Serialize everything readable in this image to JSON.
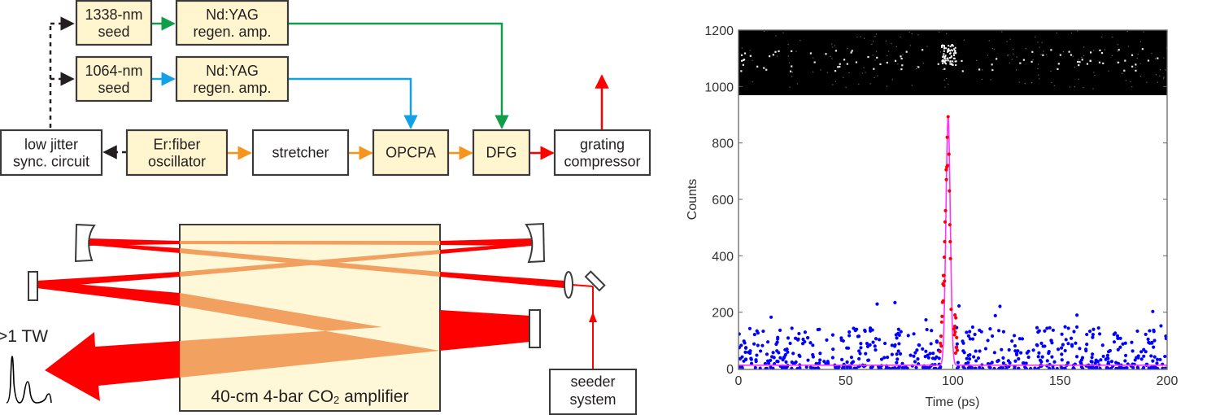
{
  "schematic": {
    "blocks": [
      {
        "id": "seed1338",
        "lines": [
          "1338-nm",
          "seed"
        ],
        "fill": "#fff6cf"
      },
      {
        "id": "yag1",
        "lines": [
          "Nd:YAG",
          "regen. amp."
        ],
        "fill": "#fff6cf"
      },
      {
        "id": "seed1064",
        "lines": [
          "1064-nm",
          "seed"
        ],
        "fill": "#fff6cf"
      },
      {
        "id": "yag2",
        "lines": [
          "Nd:YAG",
          "regen. amp."
        ],
        "fill": "#fff6cf"
      },
      {
        "id": "sync",
        "lines": [
          "low jitter",
          "sync. circuit"
        ],
        "fill": "#ffffff"
      },
      {
        "id": "osc",
        "lines": [
          "Er:fiber",
          "oscillator"
        ],
        "fill": "#fff6cf"
      },
      {
        "id": "stretcher",
        "lines": [
          "stretcher"
        ],
        "fill": "#ffffff"
      },
      {
        "id": "opcpa",
        "lines": [
          "OPCPA"
        ],
        "fill": "#fff6cf"
      },
      {
        "id": "dfg",
        "lines": [
          "DFG"
        ],
        "fill": "#fff6cf"
      },
      {
        "id": "compressor",
        "lines": [
          "grating",
          "compressor"
        ],
        "fill": "#ffffff"
      }
    ],
    "colors": {
      "green_beam": "#119d4a",
      "blue_beam": "#14a0e6",
      "orange_beam": "#f7941d",
      "red_beam": "#ff0000",
      "sync_dashed": "#231f20"
    }
  },
  "amplifier": {
    "label_main": "40-cm 4-bar CO",
    "label_sub": "2",
    "label_tail": " amplifier",
    "fill": "#fff8d8",
    "inner_beam_color": "#f19c5a",
    "outer_beam_color": "#ff0000",
    "output_label": ">1 TW",
    "seeder_lines": [
      "seeder",
      "system"
    ]
  },
  "chart_data": {
    "type": "scatter",
    "title": "",
    "xlabel": "Time (ps)",
    "ylabel": "Counts",
    "xlim": [
      0,
      200
    ],
    "ylim": [
      0,
      1200
    ],
    "xticks": [
      0,
      50,
      100,
      150,
      200
    ],
    "yticks": [
      0,
      200,
      400,
      600,
      800,
      1000,
      1200
    ],
    "grid": false,
    "inset_image": {
      "description": "streak camera image",
      "y_range": [
        970,
        1200
      ]
    },
    "series": [
      {
        "name": "background",
        "color": "#0000ff",
        "kind": "scatter",
        "x_range": [
          0,
          200
        ],
        "typical_y": [
          0,
          150
        ],
        "max_y": 240
      },
      {
        "name": "pulse",
        "color": "#ff0000",
        "kind": "scatter",
        "points": [
          [
            97.8,
            893
          ],
          [
            97.4,
            820
          ],
          [
            98.2,
            760
          ],
          [
            97.2,
            715
          ],
          [
            97.6,
            720
          ],
          [
            96.9,
            705
          ],
          [
            97.0,
            670
          ],
          [
            98.4,
            630
          ],
          [
            96.6,
            560
          ],
          [
            96.4,
            520
          ],
          [
            98.6,
            510
          ],
          [
            96.2,
            450
          ],
          [
            98.8,
            450
          ],
          [
            96.0,
            395
          ],
          [
            98.9,
            390
          ],
          [
            95.6,
            330
          ],
          [
            95.9,
            330
          ],
          [
            95.4,
            300
          ],
          [
            95.8,
            295
          ],
          [
            96.1,
            310
          ],
          [
            95.5,
            240
          ],
          [
            95.2,
            235
          ],
          [
            99.2,
            210
          ],
          [
            95.0,
            185
          ],
          [
            94.8,
            165
          ],
          [
            101.0,
            190
          ],
          [
            101.4,
            180
          ],
          [
            100.5,
            140
          ],
          [
            101.1,
            130
          ],
          [
            100.8,
            120
          ],
          [
            101.8,
            110
          ],
          [
            94.5,
            115
          ],
          [
            94.2,
            90
          ],
          [
            94.6,
            80
          ],
          [
            94.0,
            60
          ],
          [
            101.6,
            75
          ],
          [
            102.1,
            65
          ],
          [
            101.3,
            55
          ],
          [
            100.9,
            150
          ]
        ]
      },
      {
        "name": "gaussian-fit",
        "color": "#ff33ff",
        "kind": "line",
        "center": 97.8,
        "fwhm": 2.4,
        "amplitude": 880,
        "baseline": 12
      }
    ]
  }
}
